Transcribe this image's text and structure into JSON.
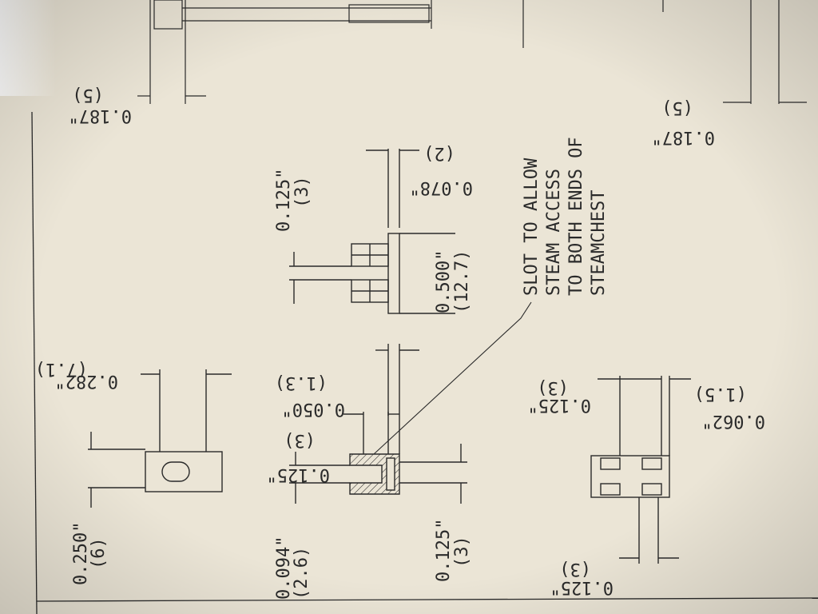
{
  "colors": {
    "paper": "#ebe5d6",
    "ink": "#2a2a2a",
    "glare": "#ffffff"
  },
  "dimensions": {
    "top_left_inch": "0.187\"",
    "top_left_mm": "(5)",
    "top_right_inch": "0.187\"",
    "top_right_mm": "(5)",
    "slot_width_inch": "0.282\"",
    "slot_width_mm": "(7.1)",
    "block_height_inch": "0.250\"",
    "block_height_mm": "(6)",
    "pad_gap_inch": "0.125\"",
    "pad_gap_mm": "(3)",
    "tab_thick_inch": "0.078\"",
    "tab_thick_mm": "(2)",
    "comb_width_inch": "0.500\"",
    "comb_width_mm": "(12.7)",
    "section_wall_inch": "0.050\"",
    "section_wall_mm": "(1.3)",
    "section_depth_inch": "0.125\"",
    "section_depth_mm": "(3)",
    "section_slot_inch": "0.094\"",
    "section_slot_mm": "(2.6)",
    "section_base_inch": "0.125\"",
    "section_base_mm": "(3)",
    "lower_pad_inch": "0.125\"",
    "lower_pad_mm": "(3)",
    "lower_gap_inch": "0.062\"",
    "lower_gap_mm": "(1.5)",
    "lower_bottom_inch": "0.125\"",
    "lower_bottom_mm": "(3)"
  },
  "note": {
    "line1": "SLOT TO ALLOW",
    "line2": "STEAM ACCESS",
    "line3": "TO BOTH ENDS OF",
    "line4": "STEAMCHEST"
  }
}
